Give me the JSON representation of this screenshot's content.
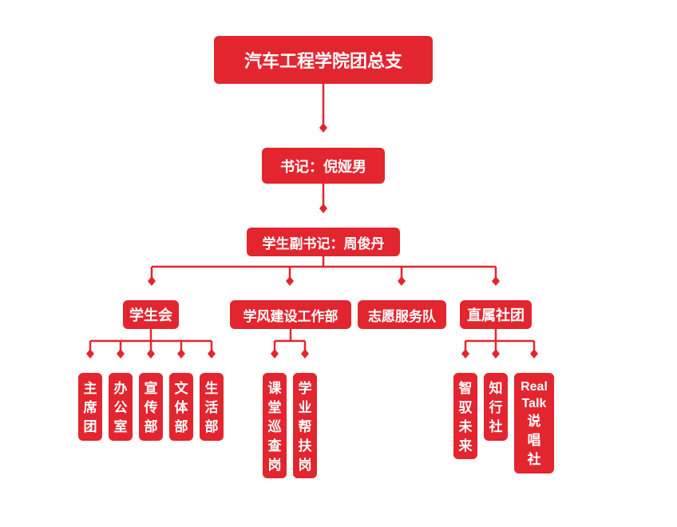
{
  "colors": {
    "accent": "#e3252f",
    "text": "#ffffff"
  },
  "root": "汽车工程学院团总支",
  "secretary": "书记：倪娅男",
  "deputy": "学生副书记：周俊丹",
  "departments": {
    "student_union": {
      "label": "学生会",
      "children": [
        "主席团",
        "办公室",
        "宣传部",
        "文体部",
        "生活部"
      ]
    },
    "study_style": {
      "label": "学风建设工作部",
      "children": [
        "课堂巡查岗",
        "学业帮扶岗"
      ]
    },
    "volunteer": {
      "label": "志愿服务队"
    },
    "clubs": {
      "label": "直属社团",
      "children": [
        "智驭未来",
        "知行社",
        "Real Talk说唱社"
      ]
    }
  }
}
